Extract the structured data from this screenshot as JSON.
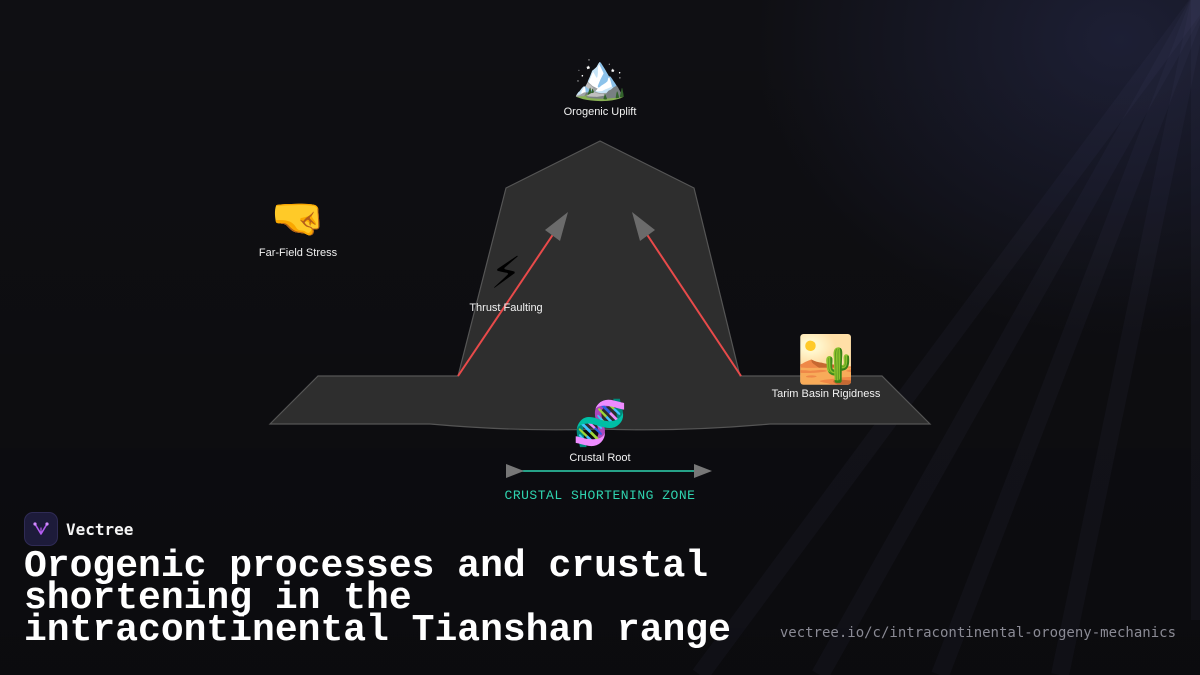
{
  "diagram": {
    "nodes": [
      {
        "id": "orogenic-uplift",
        "emoji": "🏔️",
        "label": "Orogenic Uplift"
      },
      {
        "id": "far-field-stress",
        "emoji": "🤜",
        "label": "Far-Field Stress"
      },
      {
        "id": "thrust-faulting",
        "emoji": "⚡",
        "label": "Thrust Faulting"
      },
      {
        "id": "tarim-basin-rigidness",
        "emoji": "🏜️",
        "label": "Tarim Basin Rigidness"
      },
      {
        "id": "crustal-root",
        "emoji": "🧬",
        "label": "Crustal Root"
      }
    ],
    "zone_label": "CRUSTAL SHORTENING ZONE",
    "colors": {
      "crust_fill": "#2e2e2e",
      "crust_stroke": "#555555",
      "fault_line": "#e84a4a",
      "arrow_head": "#6b6b6b",
      "zone_line": "#2fd4b0"
    }
  },
  "brand": {
    "name": "Vectree",
    "logo_icon": "vectree-logo-icon"
  },
  "title": "Orogenic processes and crustal shortening in the intracontinental Tianshan range",
  "url": "vectree.io/c/intracontinental-orogeny-mechanics"
}
